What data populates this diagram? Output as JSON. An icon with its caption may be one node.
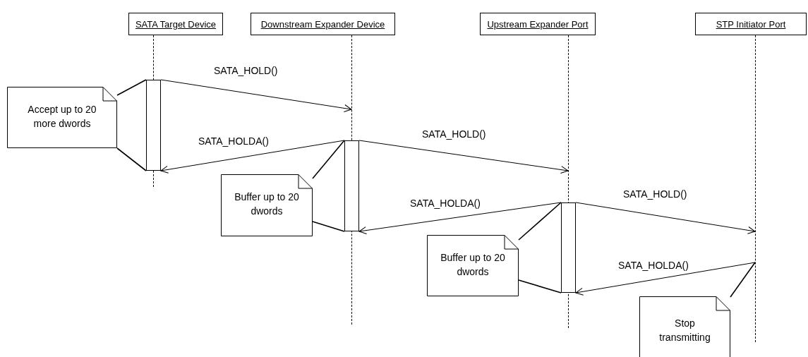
{
  "diagram": {
    "nodes": [
      {
        "text": [
          "SATA Target Device"
        ]
      },
      {
        "text": [
          "Downstream Expander Device"
        ]
      },
      {
        "text": [
          "Upstream Expander Port"
        ]
      },
      {
        "text": [
          "STP Initiator Port"
        ]
      },
      {
        "text": [],
        "shape": "line"
      },
      {
        "text": [],
        "shape": "line"
      },
      {
        "text": [],
        "shape": "line"
      },
      {
        "text": [],
        "shape": "line"
      },
      {
        "text": [],
        "shape": "bar"
      },
      {
        "text": [],
        "shape": "bar"
      },
      {
        "text": [],
        "shape": "bar"
      },
      {
        "text": [
          "Accept up to 20 more dwords"
        ]
      },
      {
        "text": [
          "Buffer up to 20 dwords"
        ]
      },
      {
        "text": [
          "Buffer up to 20 dwords"
        ]
      },
      {
        "text": [
          "Stop transmitting"
        ]
      }
    ],
    "edges": [
      {
        "from": 8,
        "to": 5,
        "arrow": "to",
        "label": "SATA_HOLD()"
      },
      {
        "from": 9,
        "to": 8,
        "arrow": "to",
        "label": "SATA_HOLDA()"
      },
      {
        "from": 9,
        "to": 6,
        "arrow": "to",
        "label": "SATA_HOLD()"
      },
      {
        "from": 10,
        "to": 9,
        "arrow": "to",
        "label": "SATA_HOLDA()"
      },
      {
        "from": 10,
        "to": 7,
        "arrow": "to",
        "label": "SATA_HOLD()"
      },
      {
        "from": 7,
        "to": 10,
        "arrow": "to",
        "label": "SATA_HOLDA()"
      },
      {
        "from": 11,
        "to": 8,
        "arrow": "none"
      },
      {
        "from": 11,
        "to": 8,
        "arrow": "none"
      },
      {
        "from": 12,
        "to": 9,
        "arrow": "none"
      },
      {
        "from": 12,
        "to": 9,
        "arrow": "none"
      },
      {
        "from": 13,
        "to": 10,
        "arrow": "none"
      },
      {
        "from": 13,
        "to": 10,
        "arrow": "none"
      },
      {
        "from": 14,
        "to": 7,
        "arrow": "none"
      }
    ]
  }
}
